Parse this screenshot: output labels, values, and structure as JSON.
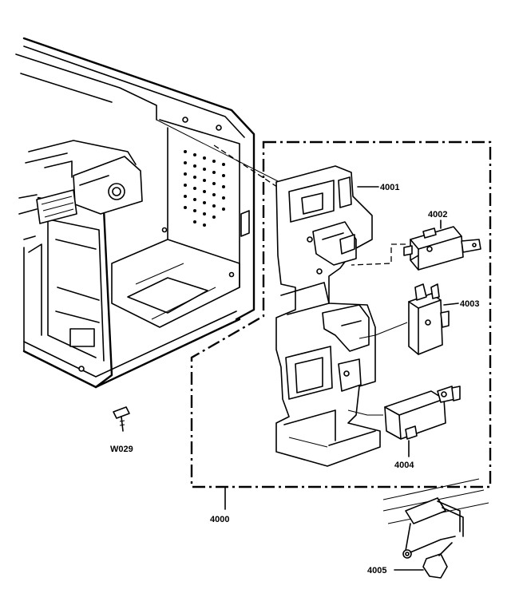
{
  "diagram": {
    "parts": [
      {
        "id": "4001",
        "label": "4001"
      },
      {
        "id": "4002",
        "label": "4002"
      },
      {
        "id": "4003",
        "label": "4003"
      },
      {
        "id": "4004",
        "label": "4004"
      },
      {
        "id": "4000",
        "label": "4000"
      },
      {
        "id": "4005",
        "label": "4005"
      },
      {
        "id": "W029",
        "label": "W029"
      }
    ]
  }
}
